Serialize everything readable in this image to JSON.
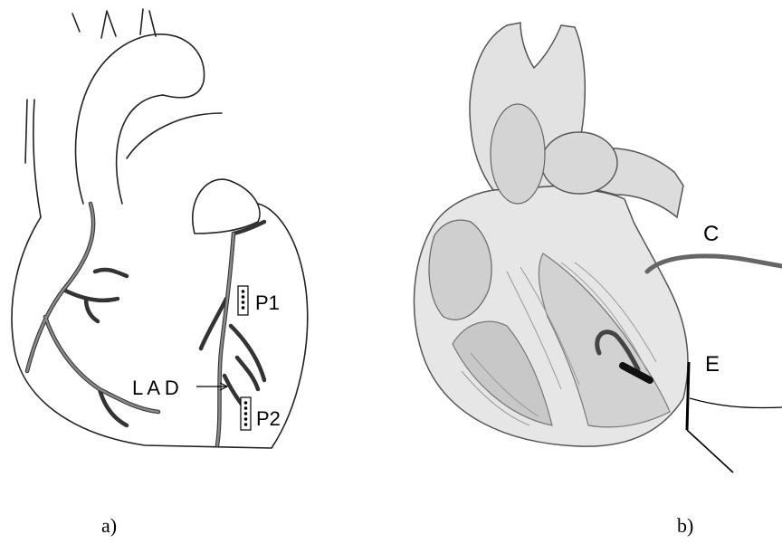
{
  "panel_a": {
    "caption": "a)",
    "labels": {
      "lad": "L A D",
      "p1": "P1",
      "p2": "P2"
    }
  },
  "panel_b": {
    "caption": "b)",
    "labels": {
      "c": "C",
      "e": "E"
    }
  }
}
